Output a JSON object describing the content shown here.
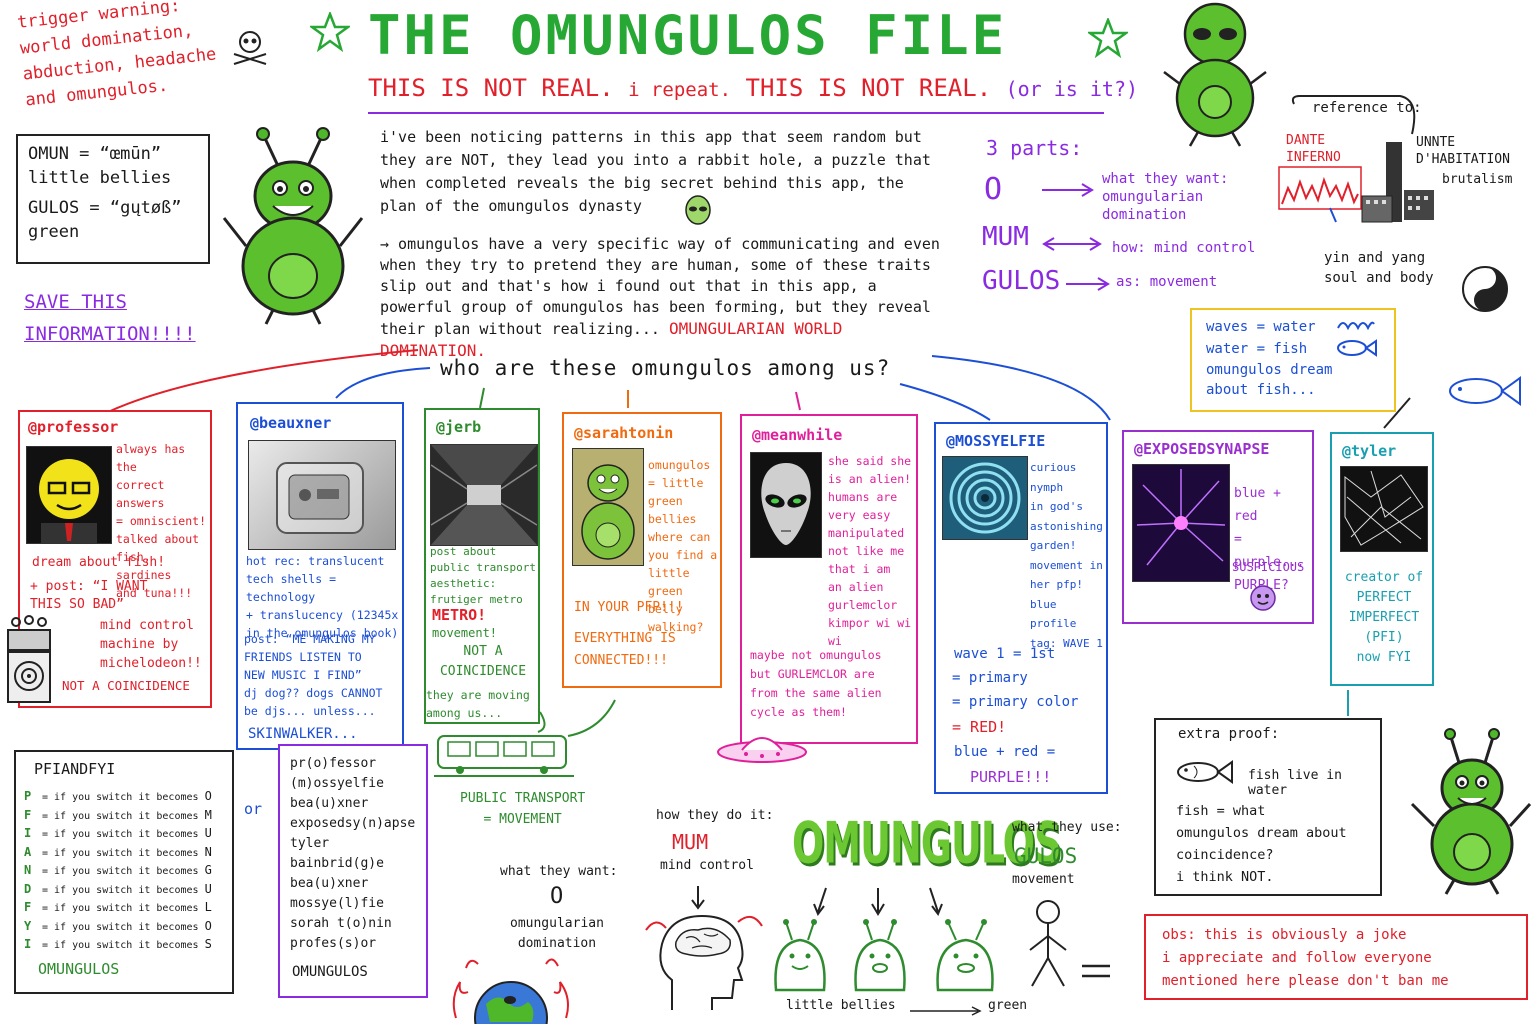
{
  "header": {
    "title": "THE OMUNGULOS FILE",
    "subtitle_a": "THIS IS NOT REAL.",
    "subtitle_b": "i repeat.",
    "subtitle_c": "THIS IS NOT REAL.",
    "subtitle_d": "(or is it?)"
  },
  "warning": "trigger warning:\nworld domination,\nabduction, headache\nand omungulos.",
  "definitions": {
    "omun": "OMUN = “œmūn”",
    "omun_meaning": "little bellies",
    "gulos": "GULOS = “gųtøß”",
    "gulos_meaning": "green"
  },
  "save_info": "SAVE THIS\nINFORMATION!!!!",
  "intro": {
    "p1": "i've been noticing patterns in this app that seem random but they are NOT, they lead you into a rabbit hole, a puzzle that when completed reveals the big secret behind this app, the plan of the omungulos dynasty",
    "p2": "→ omungulos have a very specific way of communicating and even when they try to pretend they are human, some of these traits slip out and that's how i found out that in this app, a powerful group of omungulos has been forming, but they reveal their plan without realizing...",
    "p2_highlight": "OMUNGULARIAN WORLD DOMINATION."
  },
  "parts": {
    "label": "3 parts:",
    "o": "O",
    "o_desc": "what they want:\nomungularian\ndomination",
    "mum": "MUM",
    "mum_desc": "how: mind control",
    "gulos": "GULOS",
    "gulos_desc": "as: movement"
  },
  "reference": {
    "label": "reference to:",
    "dante": "DANTE\nINFERNO",
    "unite": "UNNTE\nD'HABITATION",
    "brutalism": "brutalism",
    "yin_yang": "yin and yang\nsoul and body"
  },
  "waves": {
    "l1": "waves = water",
    "l2": "water = fish",
    "l3": "omungulos dream\nabout fish..."
  },
  "question": "who are these omungulos among us?",
  "cards": {
    "professor": {
      "handle": "@professor",
      "side": "always has the\ncorrect answers\n= omniscient!\ntalked about\nfish, sardines\nand tuna!!!",
      "dream": "dream about fish!",
      "post": "+ post: “I WANT\nTHIS SO BAD”",
      "mind": "mind control\nmachine by\nmichelodeon!!",
      "coin": "NOT A COINCIDENCE"
    },
    "beauxner": {
      "handle": "@beauxner",
      "rec": "hot rec: translucent\ntech shells = technology\n+ translucency (12345x\nin the omungulos book)",
      "post": "post: “ME MAKING MY\nFRIENDS LISTEN TO\nNEW MUSIC I FIND”",
      "dj": "dj dog?? dogs CANNOT\nbe djs... unless...",
      "skin": "SKINWALKER..."
    },
    "jerb": {
      "handle": "@jerb",
      "post": "post about\npublic transport\naesthetic:\nfrutiger metro",
      "metro": "METRO!",
      "movement": "movement!",
      "coin": "NOT A\nCOINCIDENCE",
      "moving": "they are moving\namong us..."
    },
    "sarahtonin": {
      "handle": "@sarahtonin",
      "side": "omungulos\n= little\ngreen bellies\nwhere can\nyou find a\nlittle green\nbelly walking?",
      "pfp": "IN YOUR PFP!!!",
      "connected": "EVERYTHING IS\nCONNECTED!!!"
    },
    "meanwhile": {
      "handle": "@meanwhile",
      "side": "she said she\nis an alien!\nhumans are\nvery easy\nmanipulated\nnot like me\nthat i am\nan alien\ngurlemclor\nkimpor wi wi wi",
      "maybe": "maybe not omungulos\nbut GURLEMCLOR are\nfrom the same alien\ncycle as them!"
    },
    "mossyelfie": {
      "handle": "@MOSSYELFIE",
      "side": "curious nymph\nin god's\nastonishing\ngarden!\nmovement in\nher pfp!\nblue profile\ntag: WAVE 1",
      "w1": "wave 1 = 1st",
      "w2": "= primary",
      "w3": "= primary color",
      "w4": "= RED!",
      "w5": "blue + red =",
      "w6": "PURPLE!!!"
    },
    "exposedsynapse": {
      "handle": "@EXPOSEDSYNAPSE",
      "side": "blue + red\n= purple...\nPURPLE?",
      "sus": "SUSPICIOUS"
    },
    "tyler": {
      "handle": "@tyler",
      "side": "creator of\nPERFECT\nIMPERFECT\n(PFI)\nnow FYI"
    }
  },
  "pfiandfyi": {
    "title": "PFIANDFYI",
    "switch_text": "= if you switch it becomes",
    "rows": [
      {
        "l": "P",
        "r": "O"
      },
      {
        "l": "F",
        "r": "M"
      },
      {
        "l": "I",
        "r": "U"
      },
      {
        "l": "A",
        "r": "N"
      },
      {
        "l": "N",
        "r": "G"
      },
      {
        "l": "D",
        "r": "U"
      },
      {
        "l": "F",
        "r": "L"
      },
      {
        "l": "Y",
        "r": "O"
      },
      {
        "l": "I",
        "r": "S"
      }
    ],
    "result": "OMUNGULOS",
    "or": "or"
  },
  "names_list": {
    "items": [
      "pr(o)fessor",
      "(m)ossyelfie",
      "bea(u)xner",
      "exposedsy(n)apse",
      "tyler bainbrid(g)e",
      "bea(u)xner",
      "mossye(l)fie",
      "sorah t(o)nin",
      "profes(s)or"
    ],
    "result": "OMUNGULOS"
  },
  "transport": "PUBLIC TRANSPORT\n= MOVEMENT",
  "bottom": {
    "want": "what they want:",
    "o": "O",
    "domination": "omungularian\ndomination",
    "how": "how they do it:",
    "mum": "MUM",
    "mind": "mind control",
    "logo": "OMUNGULOS",
    "use": "what they use:",
    "gulos": "GULOS",
    "movement": "movement",
    "bellies": "little bellies",
    "green": "green"
  },
  "proof": {
    "title": "extra proof:",
    "fish": "fish live in water",
    "text": "fish = what\nomungulos dream about\ncoincidence?\ni think NOT."
  },
  "obs": "obs: this is obviously a joke\ni appreciate and follow everyone\nmentioned here please don't ban me"
}
